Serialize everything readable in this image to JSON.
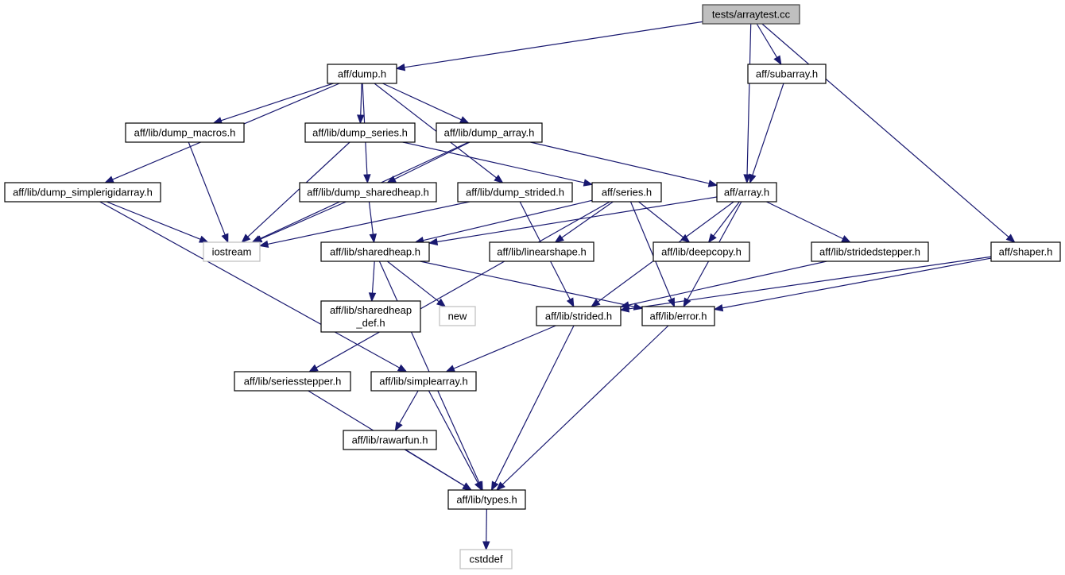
{
  "graph": {
    "edge_color": "#191970",
    "root_fill": "#bfbfbf",
    "external_border": "#bfbfbf",
    "nodes": [
      {
        "id": "arraytest",
        "label": "tests/arraytest.cc",
        "kind": "root"
      },
      {
        "id": "dump",
        "label": "aff/dump.h",
        "kind": "file"
      },
      {
        "id": "subarray",
        "label": "aff/subarray.h",
        "kind": "file"
      },
      {
        "id": "dump_macros",
        "label": "aff/lib/dump_macros.h",
        "kind": "file"
      },
      {
        "id": "dump_series",
        "label": "aff/lib/dump_series.h",
        "kind": "file"
      },
      {
        "id": "dump_array",
        "label": "aff/lib/dump_array.h",
        "kind": "file"
      },
      {
        "id": "dump_simplerigidarray",
        "label": "aff/lib/dump_simplerigidarray.h",
        "kind": "file"
      },
      {
        "id": "dump_sharedheap",
        "label": "aff/lib/dump_sharedheap.h",
        "kind": "file"
      },
      {
        "id": "dump_strided",
        "label": "aff/lib/dump_strided.h",
        "kind": "file"
      },
      {
        "id": "series",
        "label": "aff/series.h",
        "kind": "file"
      },
      {
        "id": "array",
        "label": "aff/array.h",
        "kind": "file"
      },
      {
        "id": "iostream",
        "label": "iostream",
        "kind": "external"
      },
      {
        "id": "sharedheap",
        "label": "aff/lib/sharedheap.h",
        "kind": "file"
      },
      {
        "id": "linearshape",
        "label": "aff/lib/linearshape.h",
        "kind": "file"
      },
      {
        "id": "deepcopy",
        "label": "aff/lib/deepcopy.h",
        "kind": "file"
      },
      {
        "id": "stridedstepper",
        "label": "aff/lib/stridedstepper.h",
        "kind": "file"
      },
      {
        "id": "shaper",
        "label": "aff/shaper.h",
        "kind": "file"
      },
      {
        "id": "sharedheap_def",
        "label": "aff/lib/sharedheap",
        "label2": "_def.h",
        "kind": "file"
      },
      {
        "id": "new",
        "label": "new",
        "kind": "external"
      },
      {
        "id": "strided",
        "label": "aff/lib/strided.h",
        "kind": "file"
      },
      {
        "id": "error",
        "label": "aff/lib/error.h",
        "kind": "file"
      },
      {
        "id": "seriesstepper",
        "label": "aff/lib/seriesstepper.h",
        "kind": "file"
      },
      {
        "id": "simplearray",
        "label": "aff/lib/simplearray.h",
        "kind": "file"
      },
      {
        "id": "rawarfun",
        "label": "aff/lib/rawarfun.h",
        "kind": "file"
      },
      {
        "id": "types",
        "label": "aff/lib/types.h",
        "kind": "file"
      },
      {
        "id": "cstddef",
        "label": "cstddef",
        "kind": "external"
      }
    ],
    "edges": [
      [
        "arraytest",
        "dump"
      ],
      [
        "arraytest",
        "subarray"
      ],
      [
        "arraytest",
        "array"
      ],
      [
        "arraytest",
        "shaper"
      ],
      [
        "dump",
        "dump_macros"
      ],
      [
        "dump",
        "dump_series"
      ],
      [
        "dump",
        "dump_array"
      ],
      [
        "dump",
        "dump_simplerigidarray"
      ],
      [
        "dump",
        "dump_sharedheap"
      ],
      [
        "dump",
        "dump_strided"
      ],
      [
        "subarray",
        "array"
      ],
      [
        "dump_macros",
        "iostream"
      ],
      [
        "dump_series",
        "iostream"
      ],
      [
        "dump_series",
        "series"
      ],
      [
        "dump_array",
        "iostream"
      ],
      [
        "dump_array",
        "dump_sharedheap"
      ],
      [
        "dump_array",
        "array"
      ],
      [
        "dump_simplerigidarray",
        "iostream"
      ],
      [
        "dump_simplerigidarray",
        "simplearray"
      ],
      [
        "dump_sharedheap",
        "iostream"
      ],
      [
        "dump_sharedheap",
        "sharedheap"
      ],
      [
        "dump_strided",
        "iostream"
      ],
      [
        "dump_strided",
        "strided"
      ],
      [
        "series",
        "sharedheap"
      ],
      [
        "series",
        "linearshape"
      ],
      [
        "series",
        "deepcopy"
      ],
      [
        "series",
        "error"
      ],
      [
        "series",
        "seriesstepper"
      ],
      [
        "array",
        "sharedheap"
      ],
      [
        "array",
        "deepcopy"
      ],
      [
        "array",
        "stridedstepper"
      ],
      [
        "array",
        "strided"
      ],
      [
        "array",
        "error"
      ],
      [
        "stridedstepper",
        "strided"
      ],
      [
        "shaper",
        "strided"
      ],
      [
        "shaper",
        "error"
      ],
      [
        "sharedheap",
        "sharedheap_def"
      ],
      [
        "sharedheap",
        "new"
      ],
      [
        "sharedheap",
        "error"
      ],
      [
        "sharedheap",
        "types"
      ],
      [
        "strided",
        "simplearray"
      ],
      [
        "strided",
        "types"
      ],
      [
        "error",
        "types"
      ],
      [
        "seriesstepper",
        "types"
      ],
      [
        "simplearray",
        "rawarfun"
      ],
      [
        "simplearray",
        "types"
      ],
      [
        "rawarfun",
        "types"
      ],
      [
        "types",
        "cstddef"
      ]
    ]
  }
}
